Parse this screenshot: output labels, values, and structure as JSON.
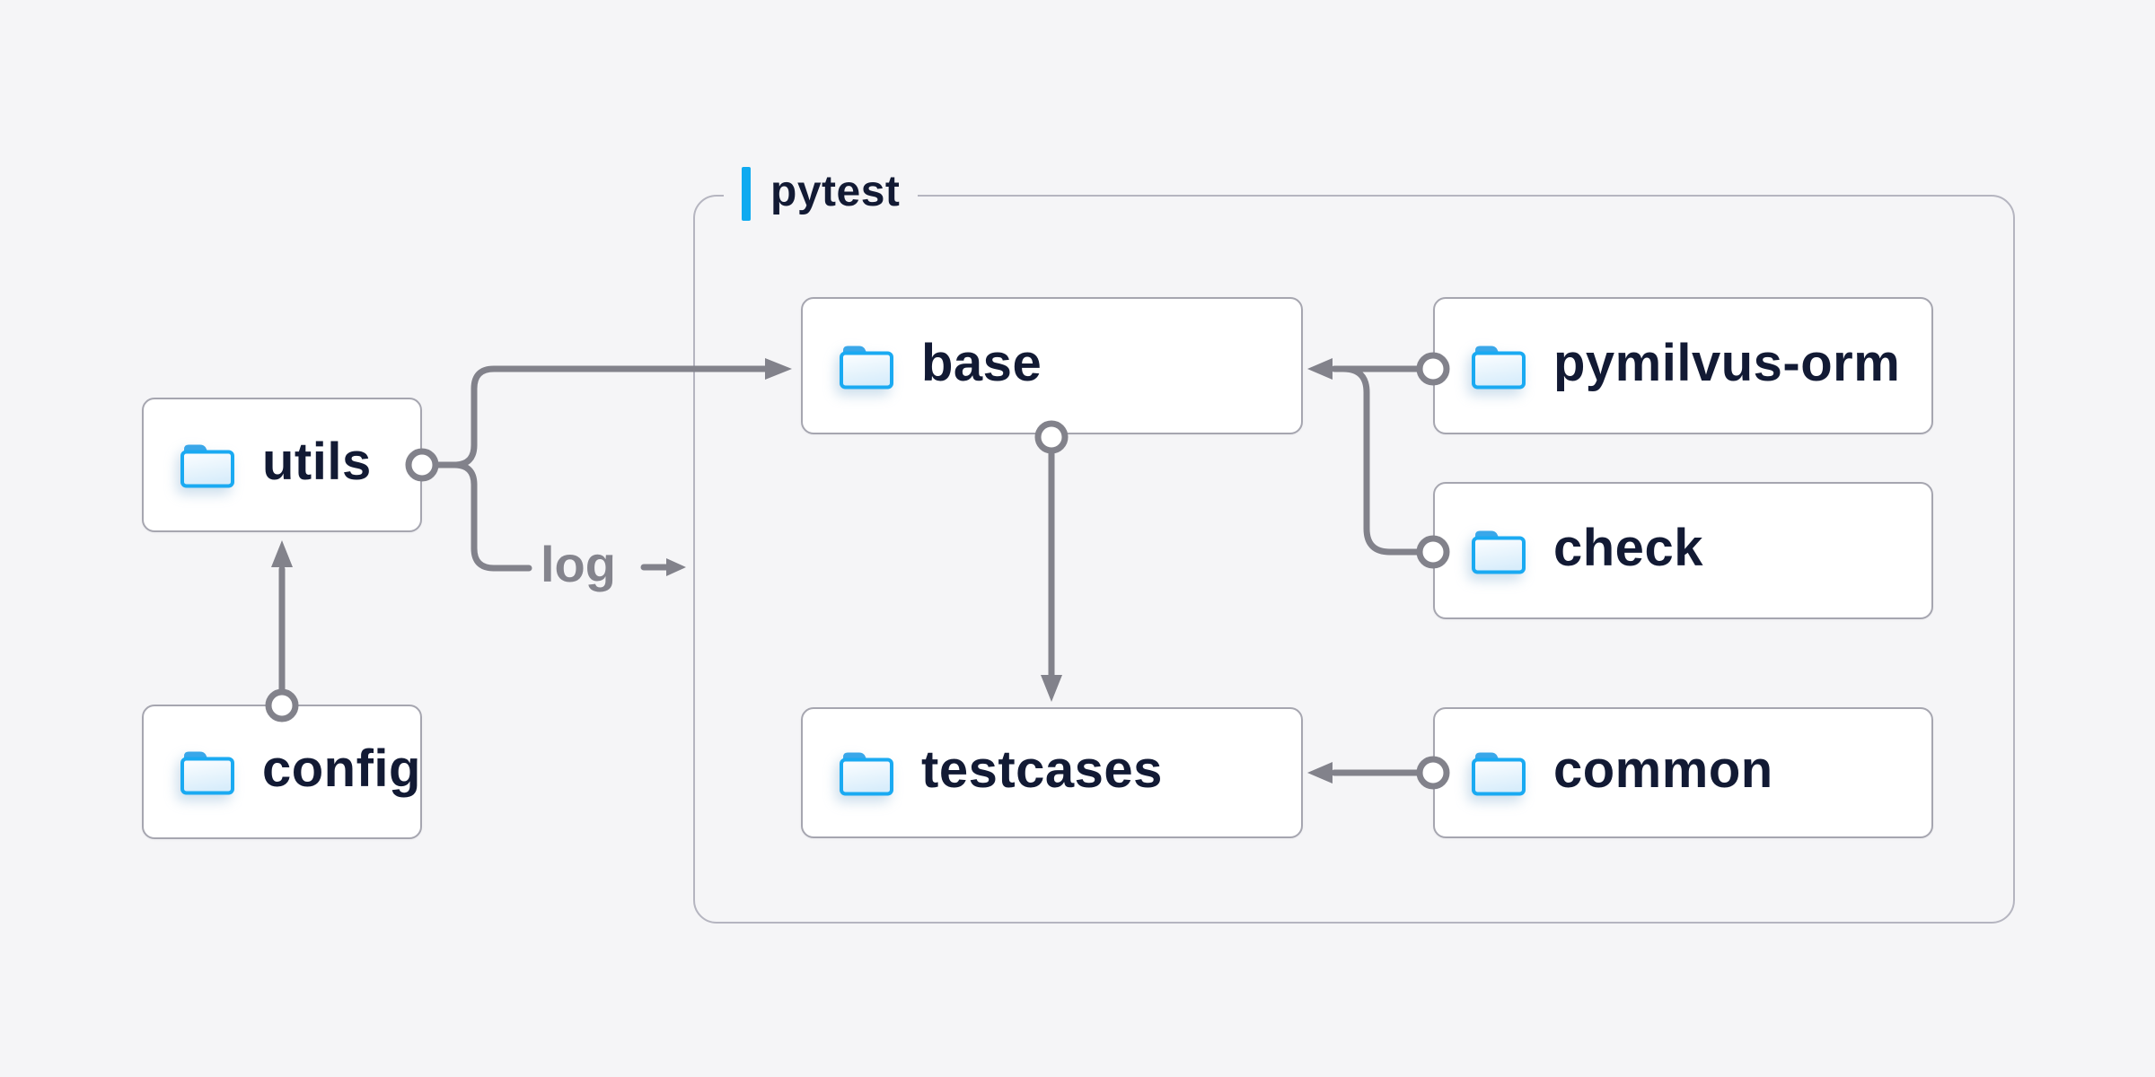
{
  "page": {
    "background_color": "#f5f5f7"
  },
  "diagram": {
    "group": {
      "label": "pytest",
      "accent_bar_color": "#10aaf0"
    },
    "edge_label": "log",
    "nodes": {
      "utils": {
        "label": "utils",
        "icon": "folder-icon"
      },
      "config": {
        "label": "config",
        "icon": "folder-icon"
      },
      "base": {
        "label": "base",
        "icon": "folder-icon"
      },
      "testcases": {
        "label": "testcases",
        "icon": "folder-icon"
      },
      "pymilvus_orm": {
        "label": "pymilvus-orm",
        "icon": "folder-icon"
      },
      "check": {
        "label": "check",
        "icon": "folder-icon"
      },
      "common": {
        "label": "common",
        "icon": "folder-icon"
      }
    },
    "edges": [
      {
        "from": "utils",
        "to": "base"
      },
      {
        "from": "utils",
        "to": "pytest",
        "label": "log"
      },
      {
        "from": "config",
        "to": "utils"
      },
      {
        "from": "base",
        "to": "testcases"
      },
      {
        "from": "pymilvus_orm",
        "to": "base"
      },
      {
        "from": "check",
        "to": "base"
      },
      {
        "from": "common",
        "to": "testcases"
      }
    ],
    "colors": {
      "node_text": "#121a34",
      "node_background": "#ffffff",
      "node_border": "#a6a6b0",
      "group_border": "#b5b5c0",
      "connector": "#82828b",
      "edge_label_text": "#84848d",
      "folder_stroke": "#1aaaf2",
      "folder_tab": "#3aa7e9",
      "folder_fill": "#d8edfb",
      "accent_blue": "#10aaf0"
    }
  }
}
